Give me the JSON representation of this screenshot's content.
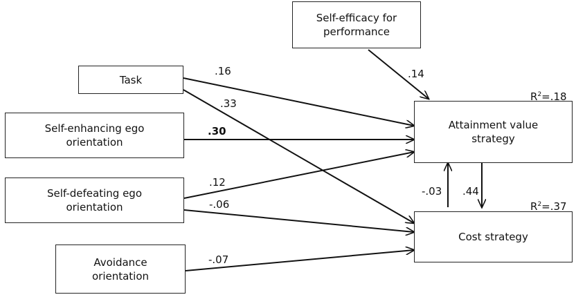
{
  "nodes": {
    "self_efficacy": "Self-efficacy for\nperformance",
    "task": "Task",
    "self_enhancing": "Self-enhancing ego\norientation",
    "self_defeating": "Self-defeating ego\norientation",
    "avoidance": "Avoidance\norientation",
    "attainment": "Attainment value\nstrategy",
    "cost": "Cost strategy"
  },
  "paths": {
    "self_efficacy_to_attainment": ".14",
    "task_to_attainment": ".16",
    "task_to_cost": ".33",
    "self_enhancing_to_attainment": ".30",
    "self_defeating_to_attainment": ".12",
    "self_defeating_to_cost": "-.06",
    "avoidance_to_cost": "-.07",
    "cost_to_attainment": "-.03",
    "attainment_to_cost": ".44"
  },
  "r_squared": {
    "attainment": {
      "prefix": "R",
      "exp": "2",
      "value": "=.18"
    },
    "cost": {
      "prefix": "R",
      "exp": "2",
      "value": "=.37"
    }
  }
}
